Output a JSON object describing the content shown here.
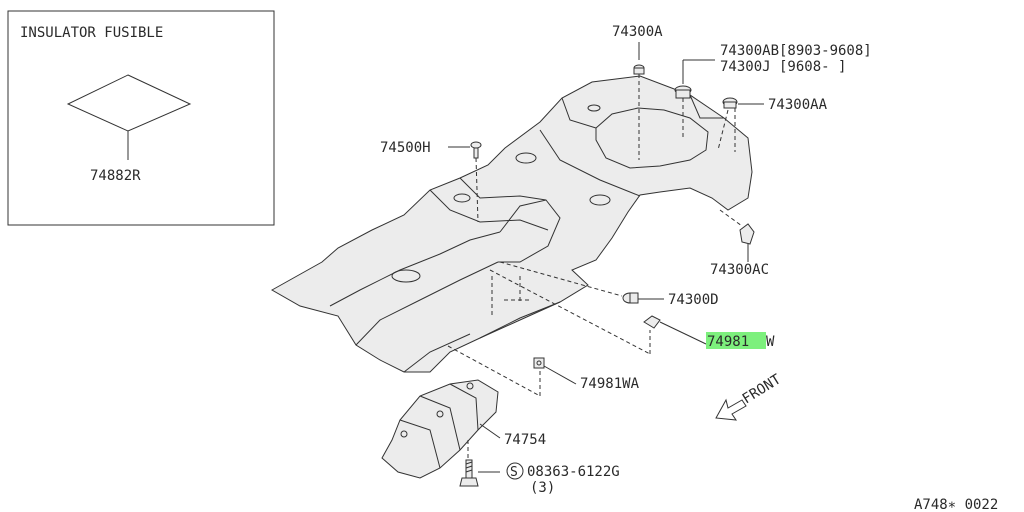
{
  "inset": {
    "title": "INSULATOR FUSIBLE",
    "part": "74882R"
  },
  "labels": {
    "p74300A": "74300A",
    "p74300AB": "74300AB[8903-9608]",
    "p74300J": "74300J [9608-    ]",
    "p74300AA": "74300AA",
    "p74500H": "74500H",
    "p74300AC": "74300AC",
    "p74300D": "74300D",
    "p74981W_a": "74981",
    "p74981W_b": "W",
    "p74981WA": "74981WA",
    "p74754": "74754",
    "screw_code": "08363-6122G",
    "screw_symbol": "S",
    "screw_qty": "(3)",
    "front": "FRONT",
    "diagram_id": "A748∗ 0022"
  },
  "colors": {
    "highlight": "#7df07d",
    "line": "#333333"
  }
}
